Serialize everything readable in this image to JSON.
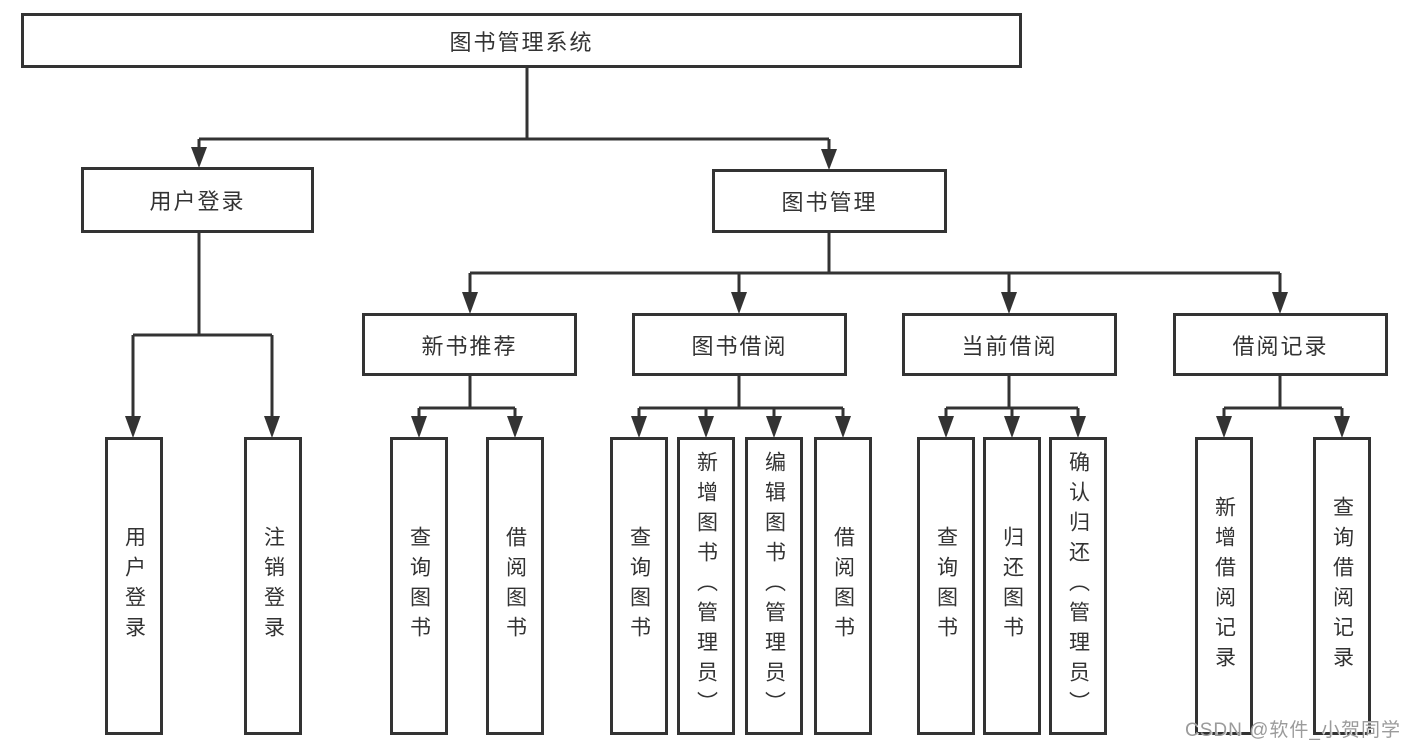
{
  "colors": {
    "line": "#333333",
    "box_border": "#333333",
    "box_fill": "#ffffff",
    "text": "#333333",
    "watermark": "#9b9b9b",
    "background": "#ffffff"
  },
  "watermark": {
    "text": "CSDN @软件_小贺同学"
  },
  "tree": {
    "root": {
      "label": "图书管理系统"
    },
    "branches": [
      {
        "label": "用户登录",
        "children": [
          {
            "label": "用户登录"
          },
          {
            "label": "注销登录"
          }
        ]
      },
      {
        "label": "图书管理",
        "children": [
          {
            "label": "新书推荐",
            "children": [
              {
                "label": "查询图书"
              },
              {
                "label": "借阅图书"
              }
            ]
          },
          {
            "label": "图书借阅",
            "children": [
              {
                "label": "查询图书"
              },
              {
                "label": "新增图书（管理员）"
              },
              {
                "label": "编辑图书（管理员）"
              },
              {
                "label": "借阅图书"
              }
            ]
          },
          {
            "label": "当前借阅",
            "children": [
              {
                "label": "查询图书"
              },
              {
                "label": "归还图书"
              },
              {
                "label": "确认归还（管理员）"
              }
            ]
          },
          {
            "label": "借阅记录",
            "children": [
              {
                "label": "新增借阅记录"
              },
              {
                "label": "查询借阅记录"
              }
            ]
          }
        ]
      }
    ]
  }
}
